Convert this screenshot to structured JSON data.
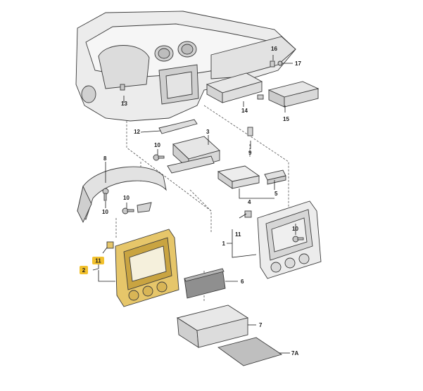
{
  "diagram": {
    "labels": {
      "p1": "1",
      "p2": "2",
      "p3": "3",
      "p4": "4",
      "p5": "5",
      "p6": "6",
      "p7": "7",
      "p7a": "7A",
      "p8": "8",
      "p9": "9",
      "p10a": "10",
      "p10b": "10",
      "p10c": "10",
      "p10d": "10",
      "p11a": "11",
      "p11b": "11",
      "p12": "12",
      "p13": "13",
      "p14": "14",
      "p15": "15",
      "p16": "16",
      "p17": "17"
    },
    "colors": {
      "highlight": "#f2c12e",
      "highlight_part": "#e6c66a",
      "part_fill": "#e9e9e9",
      "part_dark": "#bdbdbd"
    }
  }
}
